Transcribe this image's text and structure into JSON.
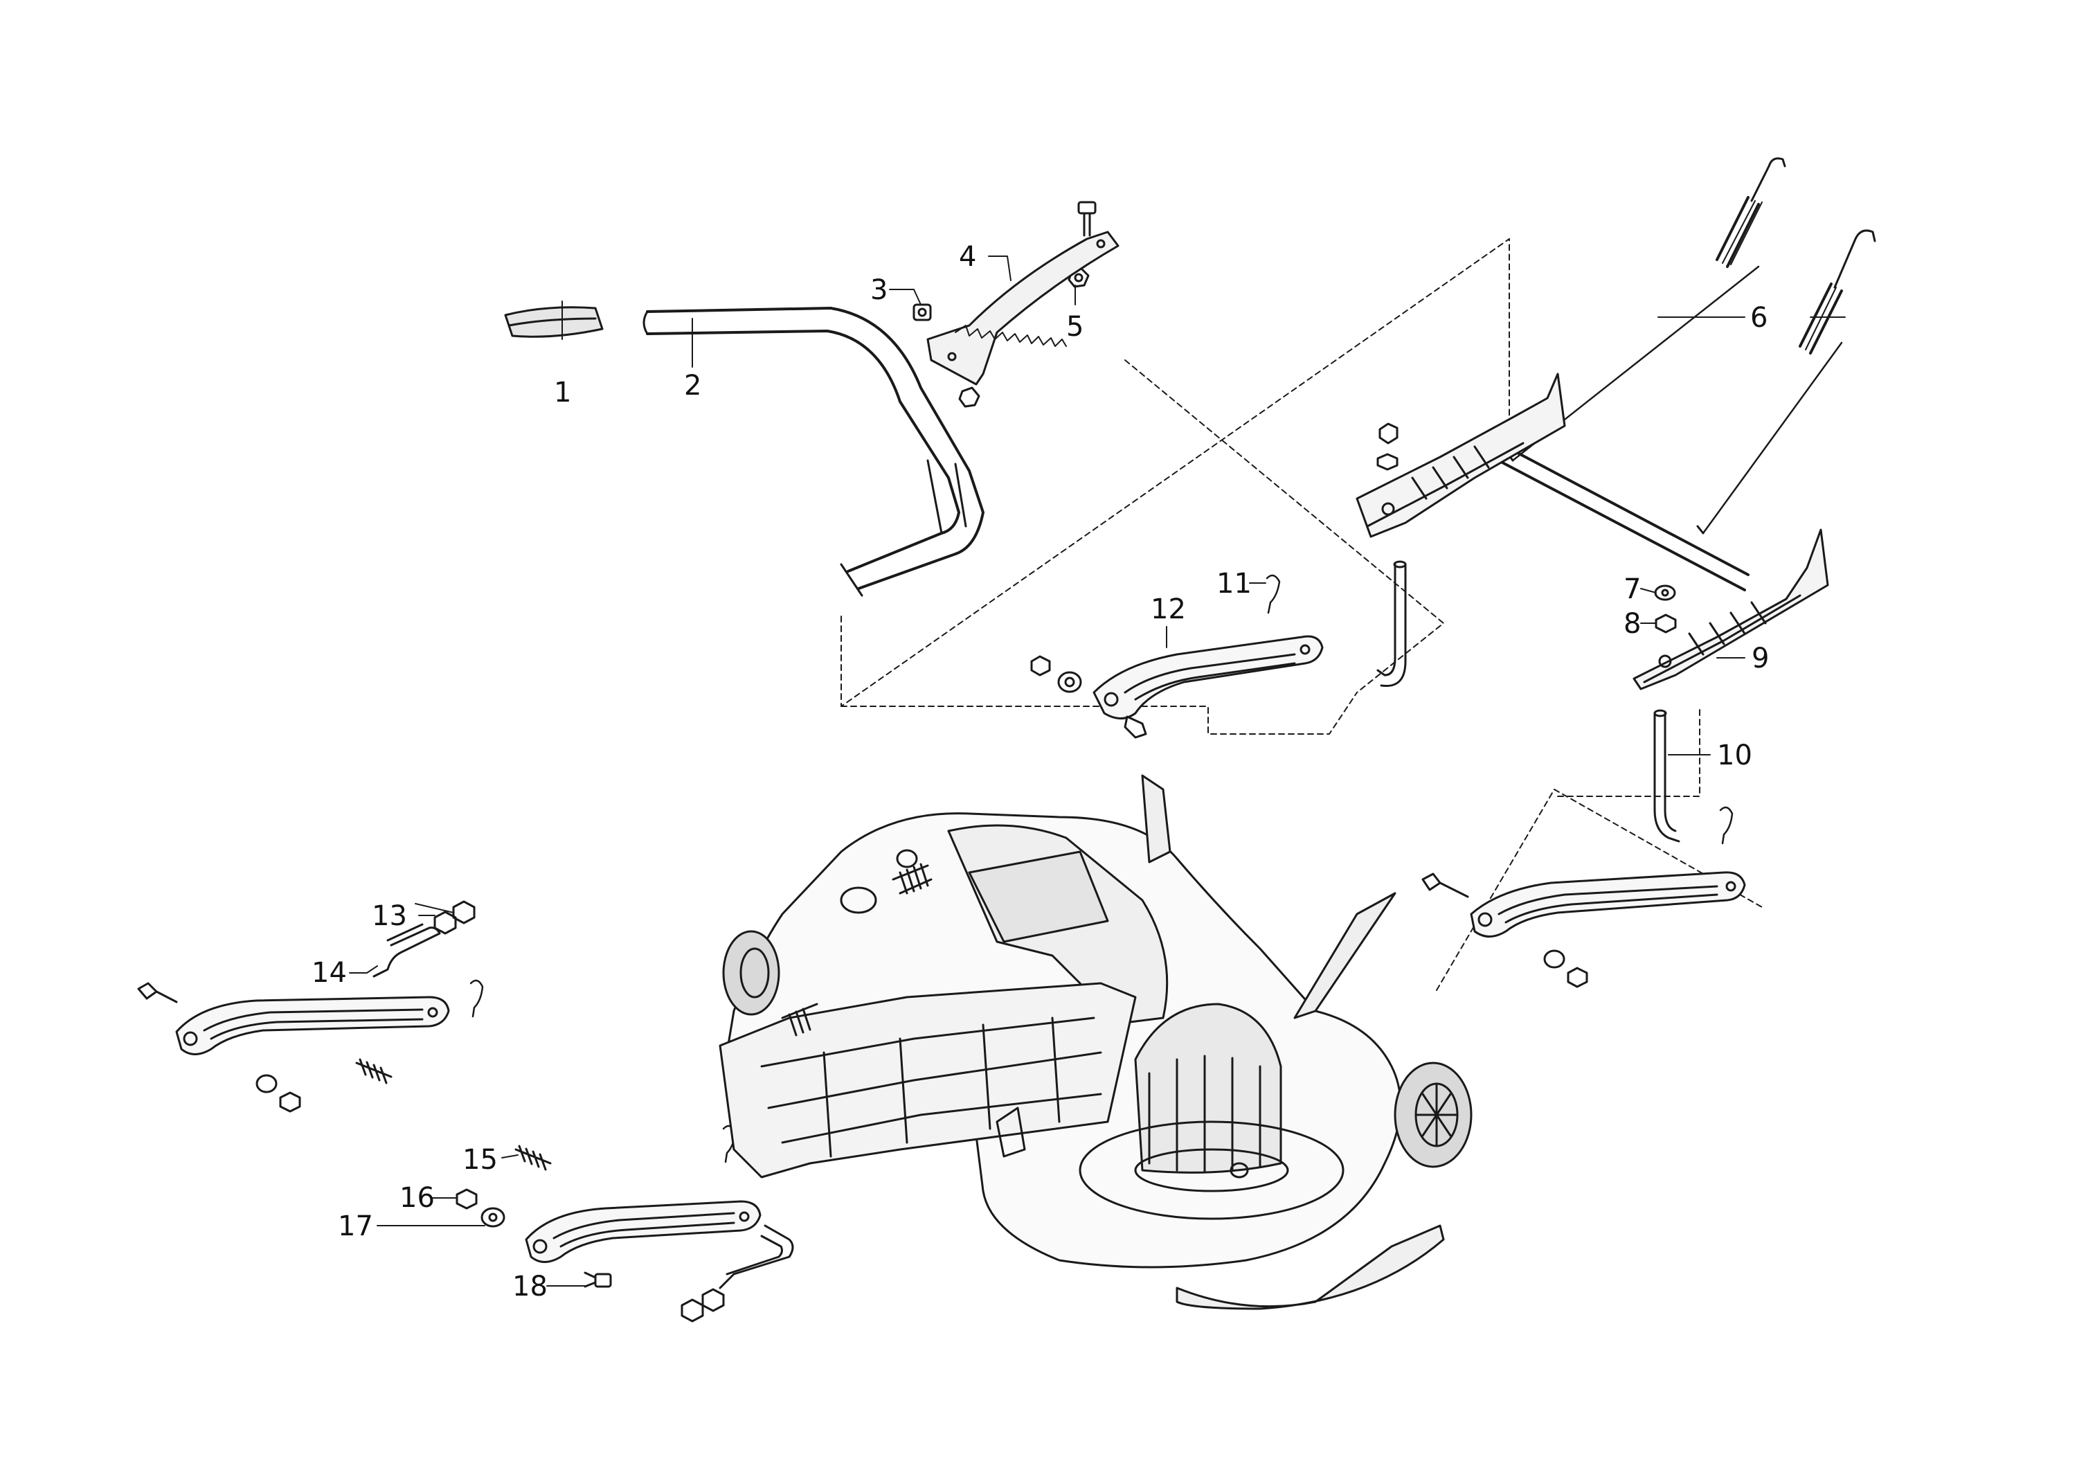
{
  "diagram": {
    "type": "exploded-parts-diagram",
    "line_color": "#1a1a1a",
    "fill_color": "#ffffff",
    "shade_color": "#d9d9d9",
    "labels": [
      "1",
      "2",
      "3",
      "4",
      "5",
      "6",
      "7",
      "8",
      "9",
      "10",
      "11",
      "12",
      "13",
      "14",
      "15",
      "16",
      "17",
      "18"
    ]
  }
}
